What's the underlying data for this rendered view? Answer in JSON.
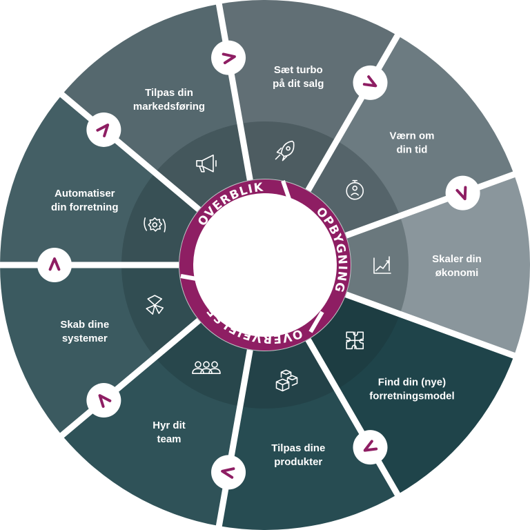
{
  "segments": [
    {
      "label": [
        "Skaler din",
        "økonomi"
      ],
      "color": "#8a969c",
      "icon": "growth-chart-icon"
    },
    {
      "label": [
        "Find din (nye)",
        "forretningsmodel"
      ],
      "color": "#1f444a",
      "icon": "puzzle-icon"
    },
    {
      "label": [
        "Tilpas dine",
        "produkter"
      ],
      "color": "#274c52",
      "icon": "boxes-icon"
    },
    {
      "label": [
        "Hyr dit",
        "team"
      ],
      "color": "#2f5258",
      "icon": "team-icon"
    },
    {
      "label": [
        "Skab dine",
        "systemer"
      ],
      "color": "#3b5a60",
      "icon": "network-icon"
    },
    {
      "label": [
        "Automatiser",
        "din forretning"
      ],
      "color": "#445f65",
      "icon": "automation-gear-icon"
    },
    {
      "label": [
        "Tilpas din",
        "markedsføring"
      ],
      "color": "#55686e",
      "icon": "megaphone-icon"
    },
    {
      "label": [
        "Sæt turbo",
        "på dit salg"
      ],
      "color": "#616f75",
      "icon": "rocket-icon"
    },
    {
      "label": [
        "Værn om",
        "din tid"
      ],
      "color": "#6c7b81",
      "icon": "stopwatch-icon"
    }
  ],
  "phases": [
    "OVERBLIK",
    "OPBYGNING",
    "OVERVEJELSE"
  ],
  "colors": {
    "accent": "#8e1e63",
    "separator": "#ffffff",
    "inner_overlay": "#1a2b30"
  }
}
